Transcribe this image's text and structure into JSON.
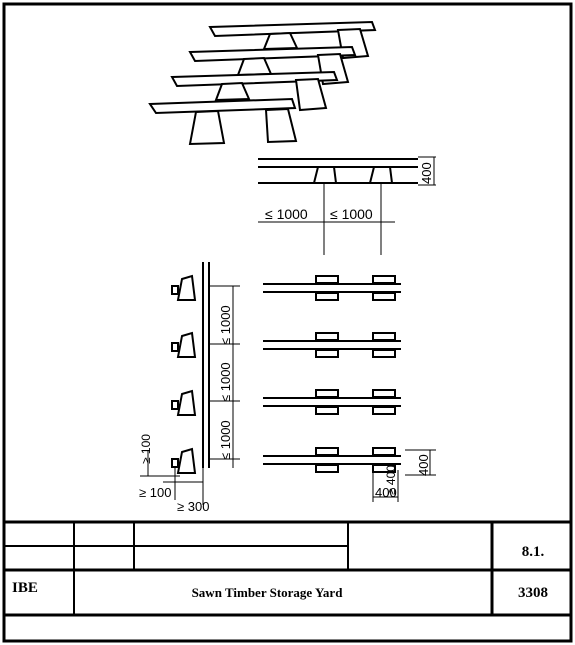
{
  "drawing": {
    "dims": {
      "height": "400",
      "depth": "400",
      "span_a": "≤ 1000",
      "span_b": "≤ 1000",
      "layer_1": "≤ 1000",
      "layer_2": "≤ 1000",
      "layer_3": "≤ 1000",
      "gap_100": "≥ 100",
      "over_100": "≥ 100",
      "clear_300": "≥ 300",
      "right_depth": "≥ 400",
      "right_height": "400"
    }
  },
  "title_block": {
    "org": "IBE",
    "title": "Sawn Timber Storage Yard",
    "section": "8.1.",
    "sheet_no": "3308"
  }
}
